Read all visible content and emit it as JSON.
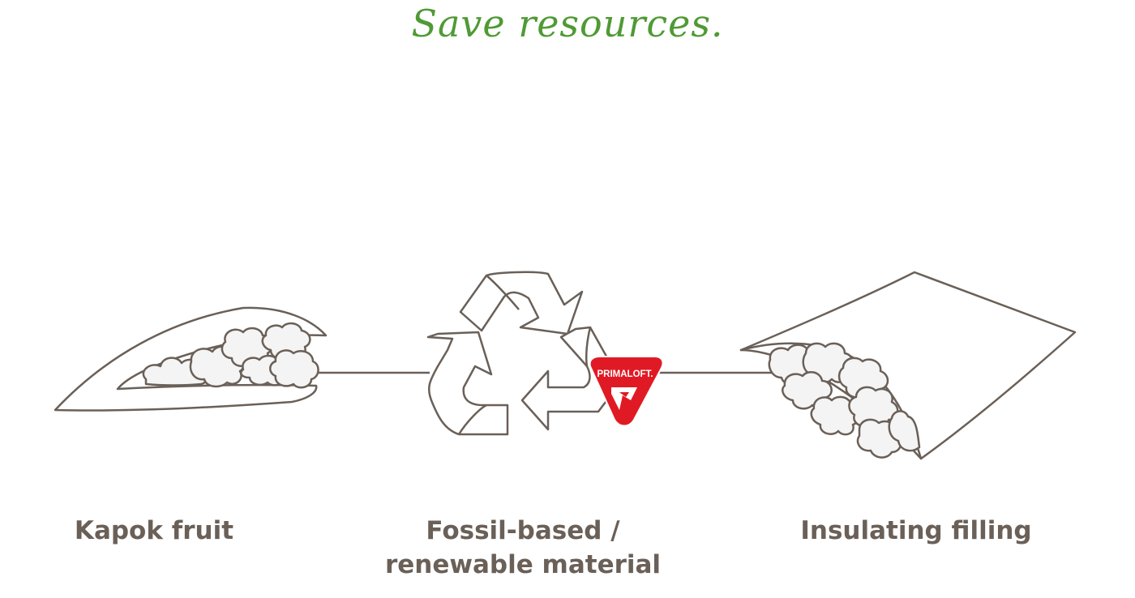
{
  "title": "Save resources.",
  "stages": [
    {
      "label": "Kapok fruit",
      "icon": "kapok-fruit-icon"
    },
    {
      "label_line1": "Fossil-based /",
      "label_line2": "renewable material",
      "icon": "recycle-icon"
    },
    {
      "label": "Insulating filling",
      "icon": "insulating-pillow-icon"
    }
  ],
  "badge": {
    "text": "PRIMALOFT.",
    "icon": "primaloft-logo-icon"
  },
  "colors": {
    "title": "#4f9a34",
    "line": "#6a6058",
    "label": "#6a6058",
    "badge": "#e01a24",
    "fill": "#f4f4f4"
  }
}
